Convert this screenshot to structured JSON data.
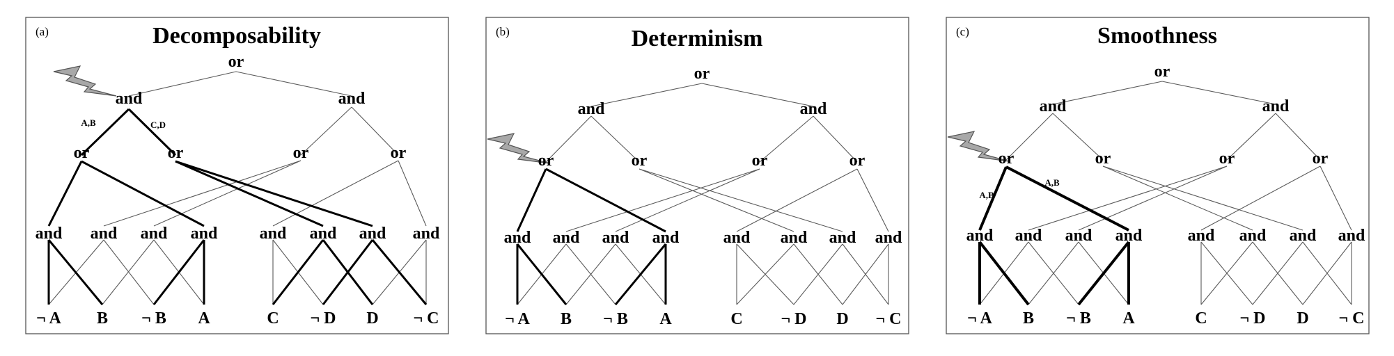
{
  "panels": [
    {
      "id": "a",
      "label": "(a)",
      "title": "Decomposability",
      "root": "or",
      "level1": [
        "and",
        "and"
      ],
      "level2": [
        "or",
        "or",
        "or",
        "or"
      ],
      "level3": [
        "and",
        "and",
        "and",
        "and",
        "and",
        "and",
        "and",
        "and"
      ],
      "leaves": [
        "¬ A",
        "B",
        "¬ B",
        "A",
        "C",
        "¬ D",
        "D",
        "¬ C"
      ],
      "edge_labels": [
        "A,B",
        "C,D"
      ]
    },
    {
      "id": "b",
      "label": "(b)",
      "title": "Determinism",
      "root": "or",
      "level1": [
        "and",
        "and"
      ],
      "level2": [
        "or",
        "or",
        "or",
        "or"
      ],
      "level3": [
        "and",
        "and",
        "and",
        "and",
        "and",
        "and",
        "and",
        "and"
      ],
      "leaves": [
        "¬ A",
        "B",
        "¬ B",
        "A",
        "C",
        "¬ D",
        "D",
        "¬ C"
      ],
      "edge_labels": []
    },
    {
      "id": "c",
      "label": "(c)",
      "title": "Smoothness",
      "root": "or",
      "level1": [
        "and",
        "and"
      ],
      "level2": [
        "or",
        "or",
        "or",
        "or"
      ],
      "level3": [
        "and",
        "and",
        "and",
        "and",
        "and",
        "and",
        "and",
        "and"
      ],
      "leaves": [
        "¬ A",
        "B",
        "¬ B",
        "A",
        "C",
        "¬ D",
        "D",
        "¬ C"
      ],
      "edge_labels": [
        "A,B",
        "A,B"
      ]
    }
  ]
}
